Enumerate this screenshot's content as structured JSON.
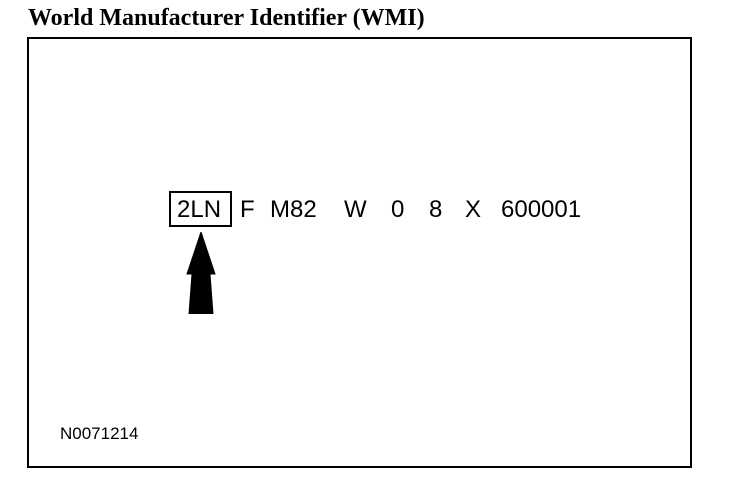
{
  "title": "World Manufacturer Identifier (WMI)",
  "vin": {
    "wmi": "2LN",
    "segments": [
      "F",
      "M82",
      "W",
      "0",
      "8",
      "X",
      "600001"
    ]
  },
  "figure_code": "N0071214",
  "icons": {
    "pointer": "up-arrow-icon"
  }
}
